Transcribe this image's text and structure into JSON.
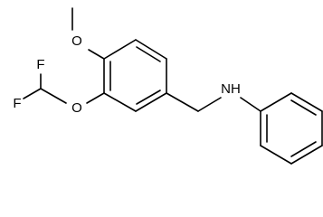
{
  "molecule": {
    "atoms": {
      "f_upper": "F",
      "f_lower": "F",
      "o_methoxy": "O",
      "o_ether": "O",
      "nh": "NH"
    }
  }
}
